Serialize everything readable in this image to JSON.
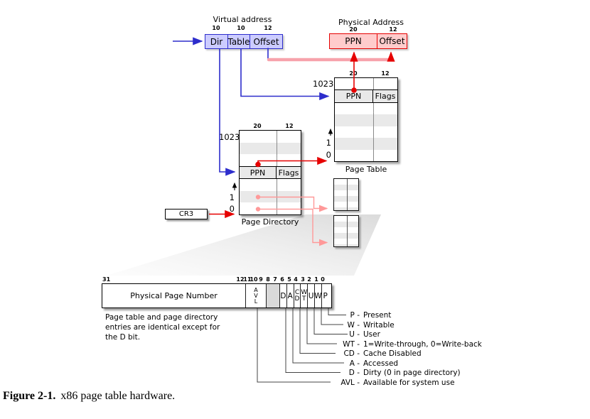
{
  "virtual_address": {
    "title": "Virtual address",
    "fields": [
      {
        "bits": "10",
        "label": "Dir"
      },
      {
        "bits": "10",
        "label": "Table"
      },
      {
        "bits": "12",
        "label": "Offset"
      }
    ]
  },
  "physical_address": {
    "title": "Physical Address",
    "fields": [
      {
        "bits": "20",
        "label": "PPN"
      },
      {
        "bits": "12",
        "label": "Offset"
      }
    ]
  },
  "page_table": {
    "label": "Page Table",
    "col_bits": [
      "20",
      "12"
    ],
    "top_index": "1023",
    "row_index_1": "1",
    "row_index_0": "0",
    "entry_cols": [
      "PPN",
      "Flags"
    ]
  },
  "page_directory": {
    "label": "Page Directory",
    "col_bits": [
      "20",
      "12"
    ],
    "top_index": "1023",
    "row_index_1": "1",
    "row_index_0": "0",
    "entry_cols": [
      "PPN",
      "Flags"
    ]
  },
  "cr3": {
    "label": "CR3"
  },
  "bitfield": {
    "high_bit": "31",
    "bit_numbers": [
      "12",
      "11",
      "10",
      "9",
      "8",
      "7",
      "6",
      "5",
      "4",
      "3",
      "2",
      "1",
      "0"
    ],
    "cells": [
      {
        "id": "ppn",
        "text": "Physical Page Number"
      },
      {
        "id": "avl",
        "text": "A\nV\nL"
      },
      {
        "id": "reserved",
        "text": ""
      },
      {
        "id": "d",
        "text": "D"
      },
      {
        "id": "a",
        "text": "A"
      },
      {
        "id": "cd",
        "text": "C\nD"
      },
      {
        "id": "wt",
        "text": "W\nT"
      },
      {
        "id": "u",
        "text": "U"
      },
      {
        "id": "w",
        "text": "W"
      },
      {
        "id": "p",
        "text": "P"
      }
    ],
    "note": "Page table and page directory\nentries are identical except for\nthe D bit."
  },
  "legend": {
    "items": [
      {
        "label": "P -",
        "desc": "Present"
      },
      {
        "label": "W -",
        "desc": "Writable"
      },
      {
        "label": "U -",
        "desc": "User"
      },
      {
        "label": "WT -",
        "desc": "1=Write-through, 0=Write-back"
      },
      {
        "label": "CD -",
        "desc": "Cache Disabled"
      },
      {
        "label": "A -",
        "desc": "Accessed"
      },
      {
        "label": "D -",
        "desc": "Dirty (0 in page directory)"
      },
      {
        "label": "AVL -",
        "desc": "Available for system use"
      }
    ]
  },
  "caption": {
    "prefix": "Figure 2-1.",
    "text": "x86 page table hardware."
  },
  "colors": {
    "blue": "#2d2dcc",
    "blue_fill": "#ccccff",
    "red": "#e60000",
    "red_fill": "#ffcccc",
    "pink": "#ff9999",
    "pink_thick": "#f7a2ab",
    "grey_row": "#e9e9e9",
    "reserved": "#d9d9d9"
  }
}
